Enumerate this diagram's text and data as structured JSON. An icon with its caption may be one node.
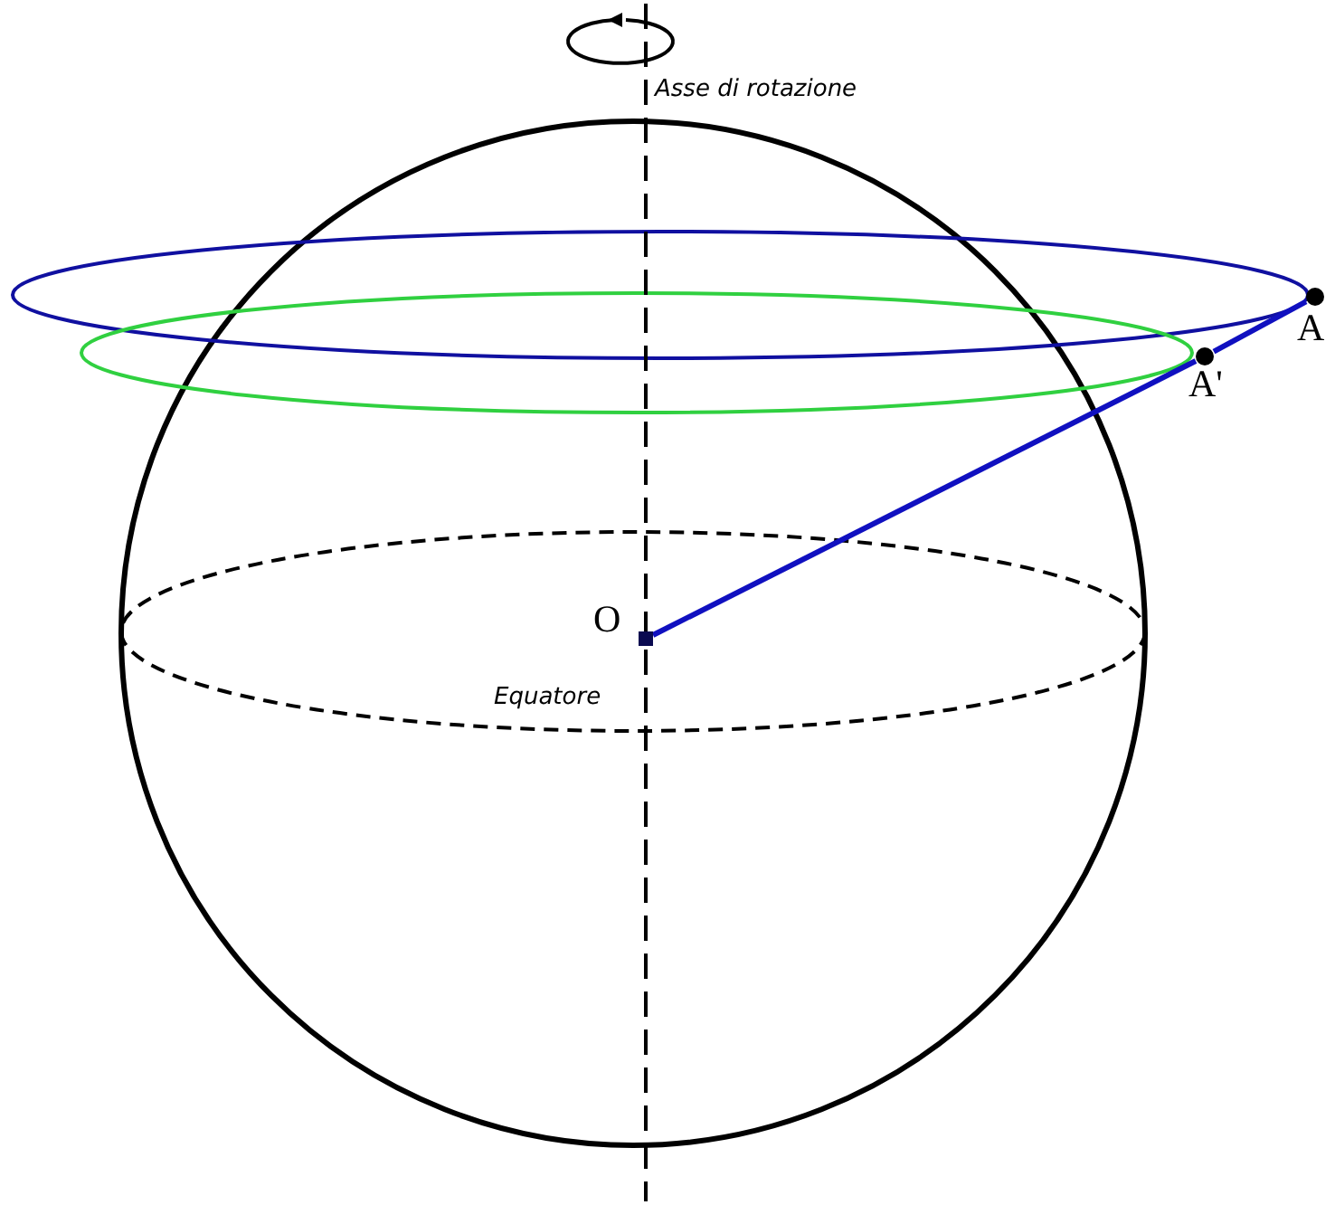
{
  "diagram": {
    "nodes": [
      {
        "text": [],
        "shape": "box",
        "beside": [
          "O"
        ]
      },
      {
        "text": [],
        "shape": "circle",
        "beside": [
          "A'"
        ]
      },
      {
        "text": [],
        "shape": "circle",
        "beside": [
          "A"
        ]
      }
    ],
    "edges": [
      {
        "from": 0,
        "to": 1,
        "arrow": "none",
        "color": "#1010c0"
      },
      {
        "from": 1,
        "to": 2,
        "arrow": "none",
        "color": "#1010c0"
      }
    ],
    "labels": [
      "Asse di rotazione",
      "Equatore"
    ]
  }
}
